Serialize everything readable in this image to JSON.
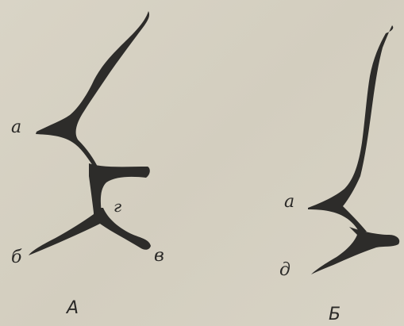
{
  "figure_a": {
    "caption": "А",
    "labels": {
      "a": "а",
      "g": "г",
      "b": "б",
      "v": "в"
    }
  },
  "figure_b": {
    "caption": "Б",
    "labels": {
      "a": "а",
      "d": "д"
    }
  },
  "colors": {
    "background": "#d6d1c3",
    "ink": "#2d2c2a"
  }
}
